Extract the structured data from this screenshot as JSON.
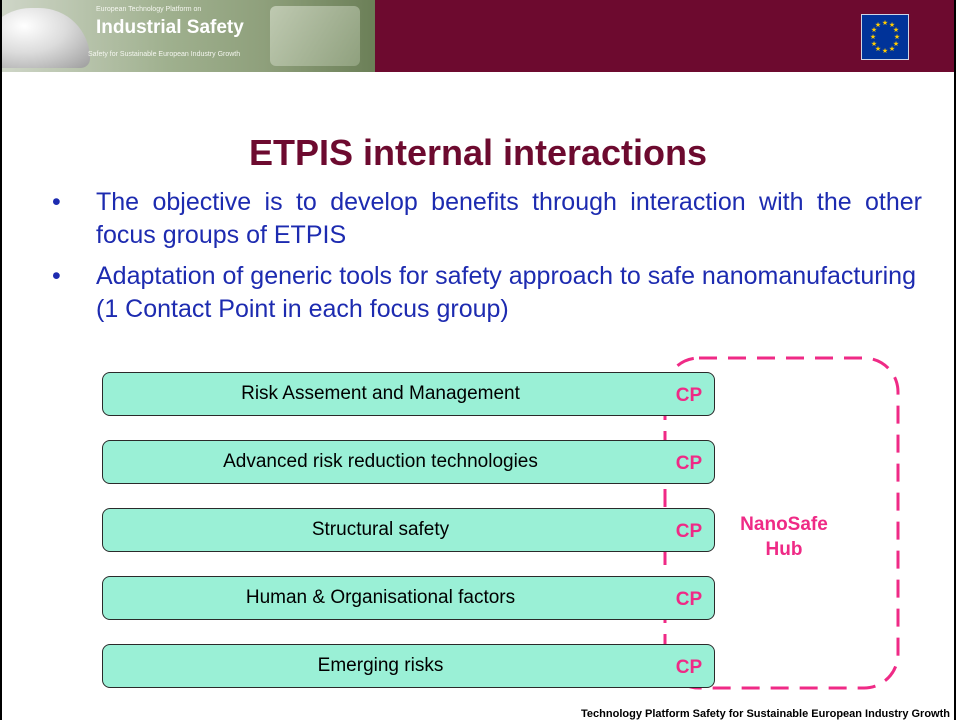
{
  "header": {
    "logo_kicker": "European Technology Platform on",
    "logo_brand": "Industrial Safety",
    "logo_tagline": "Safety for Sustainable European Industry Growth",
    "brand_color": "#6d0a2f"
  },
  "slide": {
    "title": "ETPIS internal interactions",
    "bullets": [
      "The objective is to develop benefits through interaction with the other focus groups of ETPIS",
      "Adaptation of generic tools for safety approach to safe nanomanufacturing (1 Contact Point in each focus group)"
    ]
  },
  "focus_groups": [
    {
      "label": "Risk Assement and Management",
      "cp": "CP"
    },
    {
      "label": "Advanced risk reduction technologies",
      "cp": "CP"
    },
    {
      "label": "Structural safety",
      "cp": "CP"
    },
    {
      "label": "Human & Organisational factors",
      "cp": "CP"
    },
    {
      "label": "Emerging risks",
      "cp": "CP"
    }
  ],
  "hub": {
    "line1": "NanoSafe",
    "line2": "Hub",
    "color": "#ef2a86"
  },
  "footer": {
    "text": "Technology Platform Safety  for Sustainable European Industry Growth"
  },
  "icons": {
    "eu_flag": "eu-flag-icon",
    "helmet": "safety-helmet-icon"
  }
}
